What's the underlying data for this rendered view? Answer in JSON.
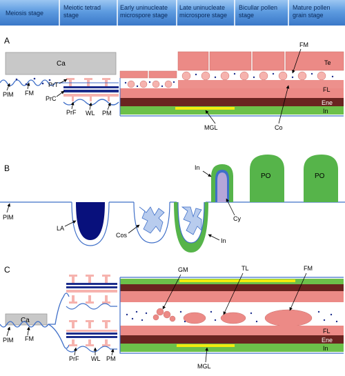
{
  "header": {
    "stages": [
      {
        "lines": [
          "Meiosis stage"
        ]
      },
      {
        "lines": [
          "Meiotic tetrad",
          "stage"
        ]
      },
      {
        "lines": [
          "Early uninucleate",
          "microspore stage"
        ]
      },
      {
        "lines": [
          "Late uninucleate",
          "microspore stage"
        ]
      },
      {
        "lines": [
          "Bicullar pollen",
          "stage"
        ]
      },
      {
        "lines": [
          "Mature pollen",
          "grain stage"
        ]
      }
    ]
  },
  "panelA": {
    "letter": "A",
    "labels": {
      "ca": "Ca",
      "plm": "PlM",
      "fm_left": "FM",
      "prt": "PrT",
      "prc": "PrC",
      "prf": "PrF",
      "wl": "WL",
      "pm": "PM",
      "fm_top": "FM",
      "te": "Te",
      "fl": "FL",
      "ene": "Ene",
      "in": "In",
      "mgl": "MGL",
      "co": "Co"
    }
  },
  "panelB": {
    "letter": "B",
    "labels": {
      "plm": "PlM",
      "la": "LA",
      "cos": "Cos",
      "in_bottom": "In",
      "in_top": "In",
      "cy": "Cy",
      "po1": "PO",
      "po2": "PO"
    }
  },
  "panelC": {
    "letter": "C",
    "labels": {
      "ca": "Ca",
      "plm": "PlM",
      "fm_left": "FM",
      "prf": "PrF",
      "wl": "WL",
      "pm": "PM",
      "gm": "GM",
      "tl": "TL",
      "fm_top": "FM",
      "fl": "FL",
      "ene": "Ene",
      "in": "In",
      "mgl": "MGL"
    }
  },
  "colors": {
    "header_fill": "#4e8fd6",
    "header_text": "#0a2a5a",
    "membrane": "#3f6fc8",
    "callose": "#c8c8c8",
    "tapetum_pink": "#ec8a86",
    "tapetum_light": "#f6b3ae",
    "endothecium": "#6a2420",
    "inner_green": "#6cc04a",
    "orbicule_green": "#56b44a",
    "lipid_yellow": "#f2ea0f",
    "navy": "#1c2d8c",
    "dark_blue": "#08107c",
    "lilac": "#b6a6d8",
    "light_blue": "#b8ccee"
  }
}
